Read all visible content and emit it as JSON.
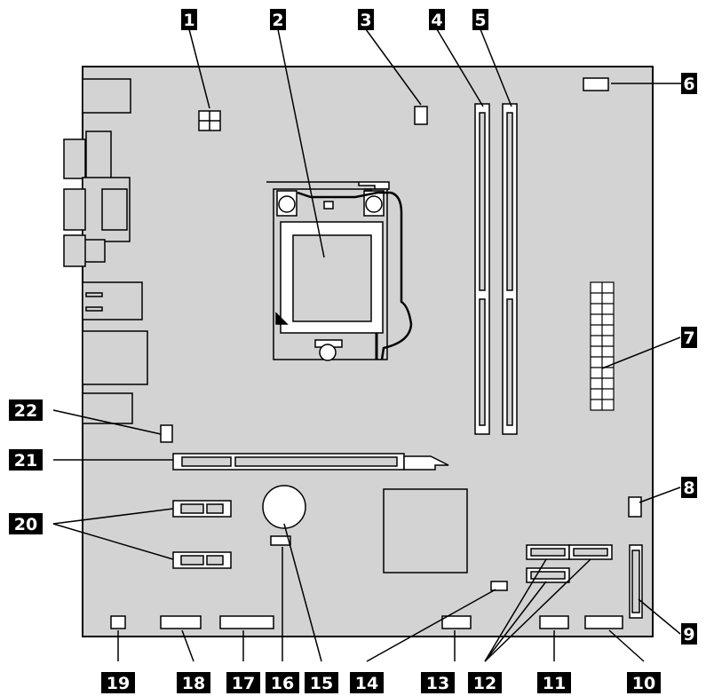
{
  "callouts": [
    {
      "id": "c1",
      "text": "1"
    },
    {
      "id": "c2",
      "text": "2"
    },
    {
      "id": "c3",
      "text": "3"
    },
    {
      "id": "c4",
      "text": "4"
    },
    {
      "id": "c5",
      "text": "5"
    },
    {
      "id": "c6",
      "text": "6"
    },
    {
      "id": "c7",
      "text": "7"
    },
    {
      "id": "c8",
      "text": "8"
    },
    {
      "id": "c9",
      "text": "9"
    },
    {
      "id": "c10",
      "text": "10"
    },
    {
      "id": "c11",
      "text": "11"
    },
    {
      "id": "c12",
      "text": "12"
    },
    {
      "id": "c13",
      "text": "13"
    },
    {
      "id": "c14",
      "text": "14"
    },
    {
      "id": "c15",
      "text": "15"
    },
    {
      "id": "c16",
      "text": "16"
    },
    {
      "id": "c17",
      "text": "17"
    },
    {
      "id": "c18",
      "text": "18"
    },
    {
      "id": "c19",
      "text": "19"
    },
    {
      "id": "c20",
      "text": "20"
    },
    {
      "id": "c21",
      "text": "21"
    },
    {
      "id": "c22",
      "text": "22"
    }
  ],
  "colors": {
    "board": "#d3d3d3",
    "stroke": "#000000",
    "callout_bg": "#000000",
    "callout_text": "#ffffff",
    "component_fill": "#ffffff",
    "shade": "#a9a9a9"
  }
}
